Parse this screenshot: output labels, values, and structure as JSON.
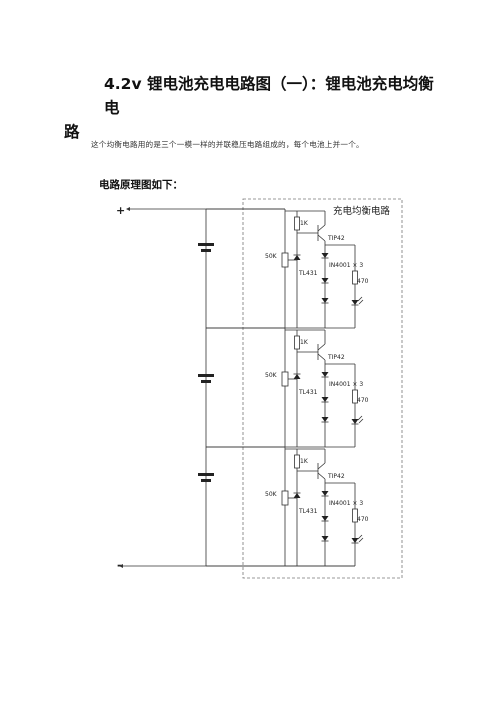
{
  "document": {
    "title_line1": "4.2v 锂电池充电电路图（一）：锂电池充电均衡电",
    "title_line2": "路",
    "paragraph": "这个均衡电路用的是三个一模一样的并联稳压电路组成的，每个电池上并一个。",
    "section_heading": "电路原理图如下："
  },
  "diagram": {
    "box_label": "充电均衡电路",
    "plus_label": "+",
    "minus_label": "-",
    "resistor_1k": "1K",
    "transistor": "TIP42",
    "pot": "50K",
    "regulator": "TL431",
    "diodes": "IN4001 × 3",
    "resistor_470": "470"
  }
}
